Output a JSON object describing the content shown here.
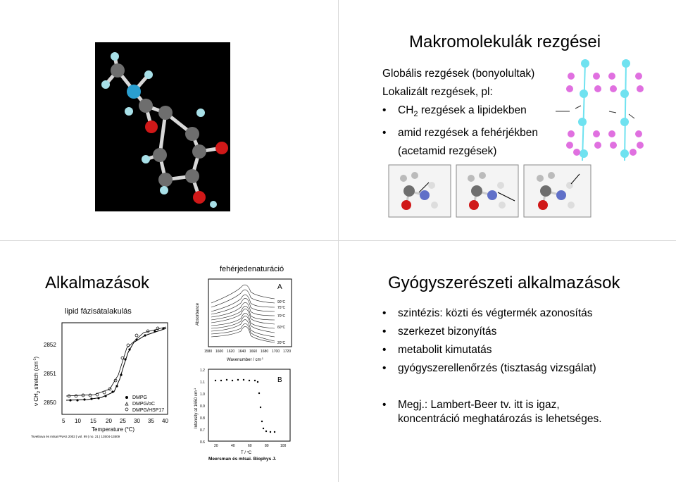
{
  "slide_top_right": {
    "title": "Makromolekulák rezgései",
    "lines": [
      "Globális rezgések (bonyolultak)",
      "Lokalizált rezgések, pl:"
    ],
    "bullets": [
      {
        "pre": "CH",
        "sub": "2",
        "post": " rezgések a lipidekben"
      },
      {
        "pre": "amid rezgések a fehérjékben",
        "sub": "",
        "post": ""
      }
    ],
    "bullet_cont": "(acetamid rezgések)"
  },
  "slide_bottom_left": {
    "title": "Alkalmazások",
    "lipid_label": "lipid fázisátalakulás",
    "protein_label": "fehérjedenaturáció",
    "panel_a_label": "A",
    "panel_b_label": "B",
    "absorbance_label": "Absorbance",
    "wavenumber_label": "Wavenumber / cm",
    "wavenumber_sup": "-1",
    "intensity_label": "Intensity at 1650 cm",
    "intensity_sup": "-1",
    "t_label": "T / ",
    "t_unit": "C",
    "ch2_label_pre": "ν CH",
    "ch2_label_sub": "2",
    "ch2_label_post": " stretch (cm",
    "ch2_label_sup": "-1",
    "ch2_label_end": ")",
    "temperature_label": "Temperature (",
    "temperature_unit": "C)",
    "legend": [
      "DMPG",
      "DMPG/αC",
      "DMPG/HSP17"
    ],
    "citation_left": "Tsvetkova és mtsai PNAS  2002 | vol. 99 | no. 21 | 13504-13509",
    "citation_right": "Meersman és mtsai. Biophys J.",
    "temps": [
      "90°C",
      "75°C",
      "70°C",
      "60°C",
      "20°C"
    ],
    "lipid_y_ticks": [
      "2852",
      "2851",
      "2850"
    ],
    "lipid_x_ticks": [
      "5",
      "10",
      "15",
      "20",
      "25",
      "30",
      "35",
      "40"
    ],
    "wn_ticks": [
      "1580",
      "1600",
      "1620",
      "1640",
      "1660",
      "1680",
      "1700",
      "1720"
    ],
    "b_y_ticks": [
      "1.2",
      "1.1",
      "1.0",
      "0.9",
      "0.8",
      "0.7",
      "0.6"
    ],
    "b_x_ticks": [
      "20",
      "40",
      "60",
      "80",
      "100"
    ]
  },
  "slide_bottom_right": {
    "title": "Gyógyszerészeti alkalmazások",
    "bullets": [
      "szintézis: közti és végtermék azonosítás",
      "szerkezet bizonyítás",
      "metabolit kimutatás",
      "gyógyszerellenőrzés (tisztaság vizsgálat)"
    ],
    "bullet_last": "Megj.: Lambert-Beer tv. itt is igaz,",
    "bullet_last_cont": "koncentráció meghatározás is lehetséges."
  },
  "colors": {
    "carbon": "#6e6e6e",
    "hydrogen": "#a8e0e8",
    "oxygen": "#d01818",
    "nitrogen": "#2a9fd0",
    "lipid_head": "#6fe2f0",
    "lipid_tail": "#e070e0"
  }
}
